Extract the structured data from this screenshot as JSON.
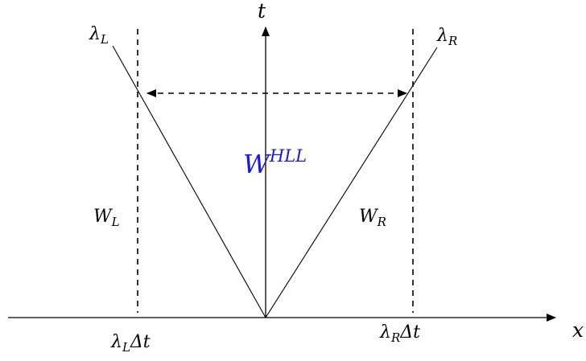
{
  "labels": {
    "t_axis": "t",
    "x_axis": "x",
    "lambda_symbol": "λ",
    "left_sub": "L",
    "right_sub": "R",
    "delta_t": "Δt",
    "w_symbol": "W",
    "w_mid_sup": "HLL"
  },
  "colors": {
    "ink": "#000000",
    "w_hll": "#1a1ae6"
  }
}
